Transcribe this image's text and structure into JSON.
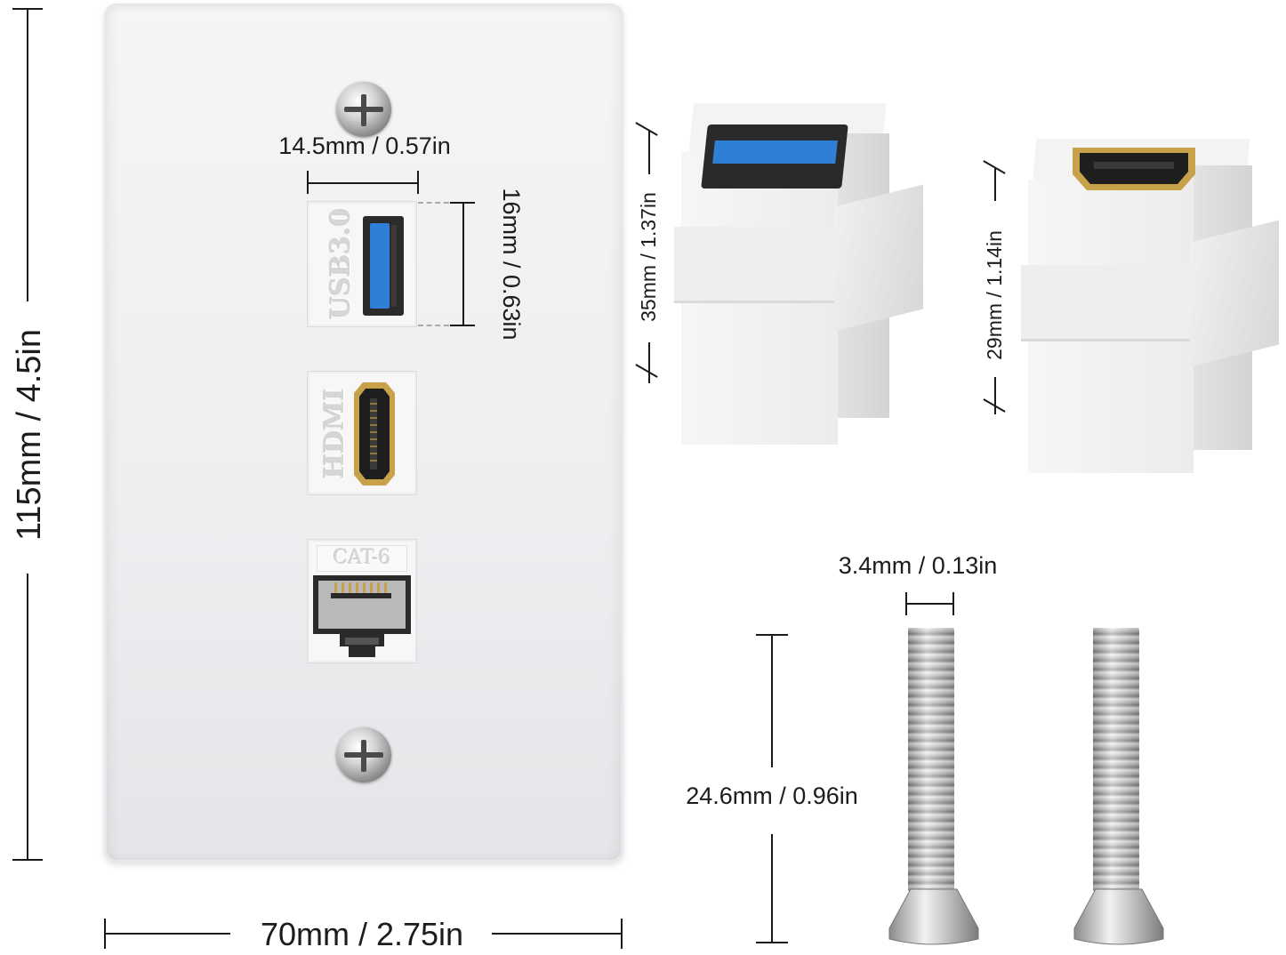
{
  "plate": {
    "usb_label": "USB3.0",
    "hdmi_label": "HDMI",
    "cat_label": "CAT-6"
  },
  "dimensions": {
    "plate_height": "115mm / 4.5in",
    "plate_width": "70mm / 2.75in",
    "usb_port_width": "14.5mm / 0.57in",
    "usb_port_height": "16mm / 0.63in",
    "usb_keystone_height": "35mm / 1.37in",
    "hdmi_keystone_height": "29mm / 1.14in",
    "screw_diameter": "3.4mm / 0.13in",
    "screw_length": "24.6mm / 0.96in"
  },
  "colors": {
    "usb_blue": "#2f7fd6",
    "hdmi_gold": "#c8a24a",
    "line": "#1a1a1a"
  }
}
